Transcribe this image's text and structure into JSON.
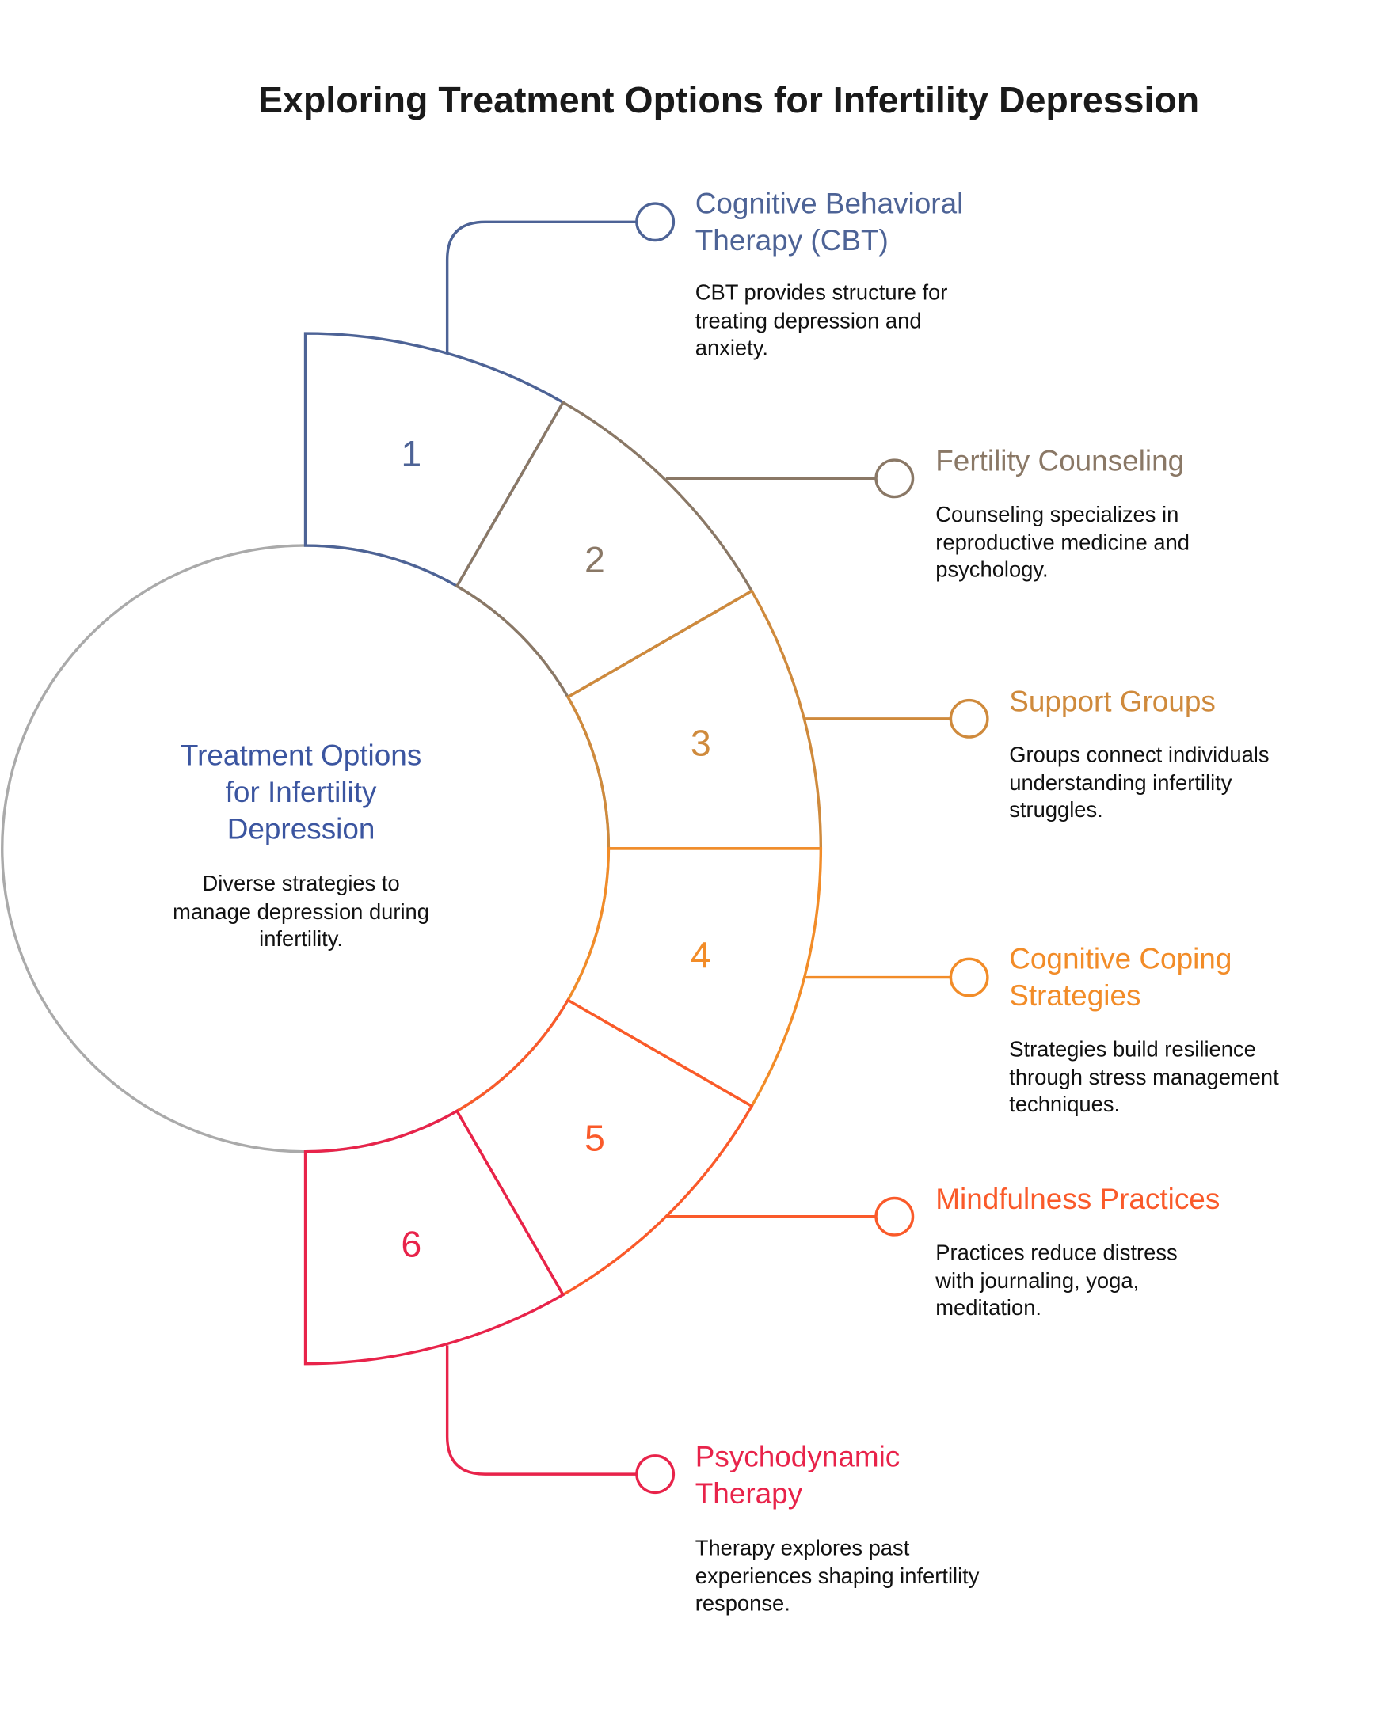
{
  "title": "Exploring Treatment Options for Infertility Depression",
  "center": {
    "title_lines": [
      "Treatment Options",
      "for Infertility",
      "Depression"
    ],
    "desc_lines": [
      "Diverse strategies to",
      "manage depression during",
      "infertility."
    ],
    "color": "#3b55a0",
    "ring_color": "#aaaaaa"
  },
  "segments": [
    {
      "number": "1",
      "color": "#4d6396",
      "label_lines": [
        "Cognitive Behavioral",
        "Therapy (CBT)"
      ],
      "desc_lines": [
        "CBT provides structure for",
        "treating depression and",
        "anxiety."
      ]
    },
    {
      "number": "2",
      "color": "#8a7866",
      "label_lines": [
        "Fertility Counseling"
      ],
      "desc_lines": [
        "Counseling specializes in",
        "reproductive medicine and",
        "psychology."
      ]
    },
    {
      "number": "3",
      "color": "#cf8a3c",
      "label_lines": [
        "Support Groups"
      ],
      "desc_lines": [
        "Groups connect individuals",
        "understanding infertility",
        "struggles."
      ]
    },
    {
      "number": "4",
      "color": "#f28c28",
      "label_lines": [
        "Cognitive Coping",
        "Strategies"
      ],
      "desc_lines": [
        "Strategies build resilience",
        "through stress management",
        "techniques."
      ]
    },
    {
      "number": "5",
      "color": "#fa5a2a",
      "label_lines": [
        "Mindfulness Practices"
      ],
      "desc_lines": [
        "Practices reduce distress",
        "with journaling, yoga,",
        "meditation."
      ]
    },
    {
      "number": "6",
      "color": "#e8234a",
      "label_lines": [
        "Psychodynamic",
        "Therapy"
      ],
      "desc_lines": [
        "Therapy explores past",
        "experiences shaping infertility",
        "response."
      ]
    }
  ]
}
